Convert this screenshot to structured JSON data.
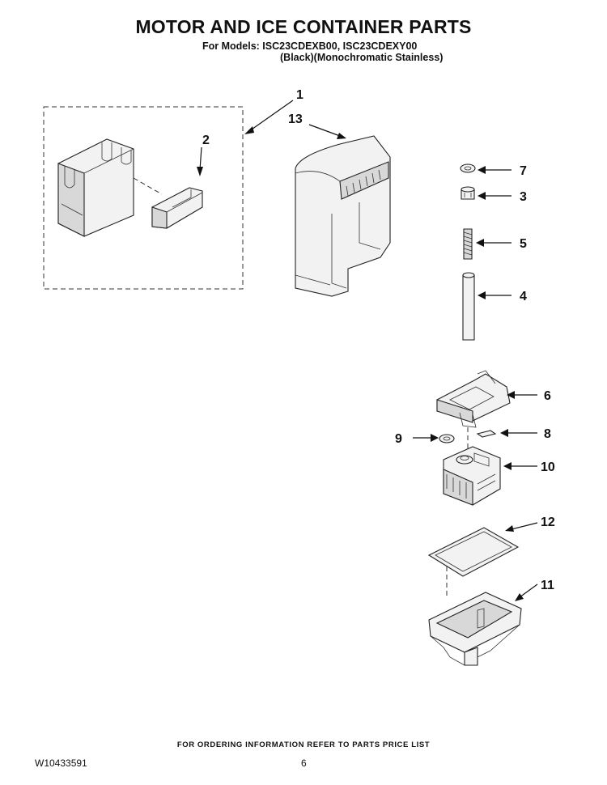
{
  "header": {
    "title": "MOTOR AND ICE CONTAINER PARTS",
    "models_line1": "For Models: ISC23CDEXB00, ISC23CDEXY00",
    "models_line2": "(Black)(Monochromatic Stainless)"
  },
  "callouts": [
    {
      "id": "c1",
      "label": "1"
    },
    {
      "id": "c2",
      "label": "2"
    },
    {
      "id": "c3",
      "label": "3"
    },
    {
      "id": "c4",
      "label": "4"
    },
    {
      "id": "c5",
      "label": "5"
    },
    {
      "id": "c6",
      "label": "6"
    },
    {
      "id": "c7",
      "label": "7"
    },
    {
      "id": "c8",
      "label": "8"
    },
    {
      "id": "c9",
      "label": "9"
    },
    {
      "id": "c10",
      "label": "10"
    },
    {
      "id": "c11",
      "label": "11"
    },
    {
      "id": "c12",
      "label": "12"
    },
    {
      "id": "c13",
      "label": "13"
    }
  ],
  "footer": {
    "note": "FOR ORDERING INFORMATION REFER TO PARTS PRICE LIST",
    "doc_number": "W10433591",
    "page_number": "6"
  }
}
